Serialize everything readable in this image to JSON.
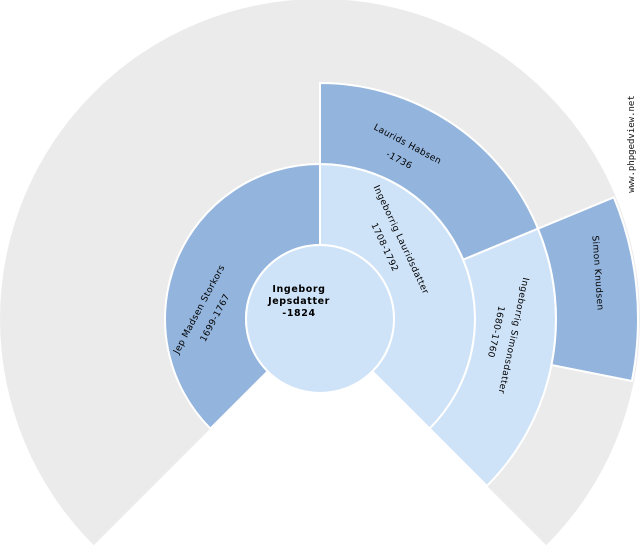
{
  "watermark": "www.phpgedview.net",
  "colors": {
    "male": "#93b4dc",
    "female": "#cfe3f8",
    "empty": "#ebebeb",
    "text": "#000000"
  },
  "center": {
    "lines": [
      "Ingeborg",
      "Jepsdatter",
      "-1824"
    ]
  },
  "segments": [
    {
      "key": "father",
      "name": "Jep Madsen Storkors",
      "dates": "1699-1767"
    },
    {
      "key": "mother",
      "name": "Ingeborrig Lauridsdatter",
      "dates": "1708-1792"
    },
    {
      "key": "maternal-grandfather",
      "name": "Laurids Habsen",
      "dates": "-1736"
    },
    {
      "key": "maternal-grandmother",
      "name": "Ingeborrig Simonsdatter",
      "dates": "1680-1760"
    },
    {
      "key": "maternal-great-grandfather",
      "name": "Simon Knudsen",
      "dates": ""
    }
  ]
}
